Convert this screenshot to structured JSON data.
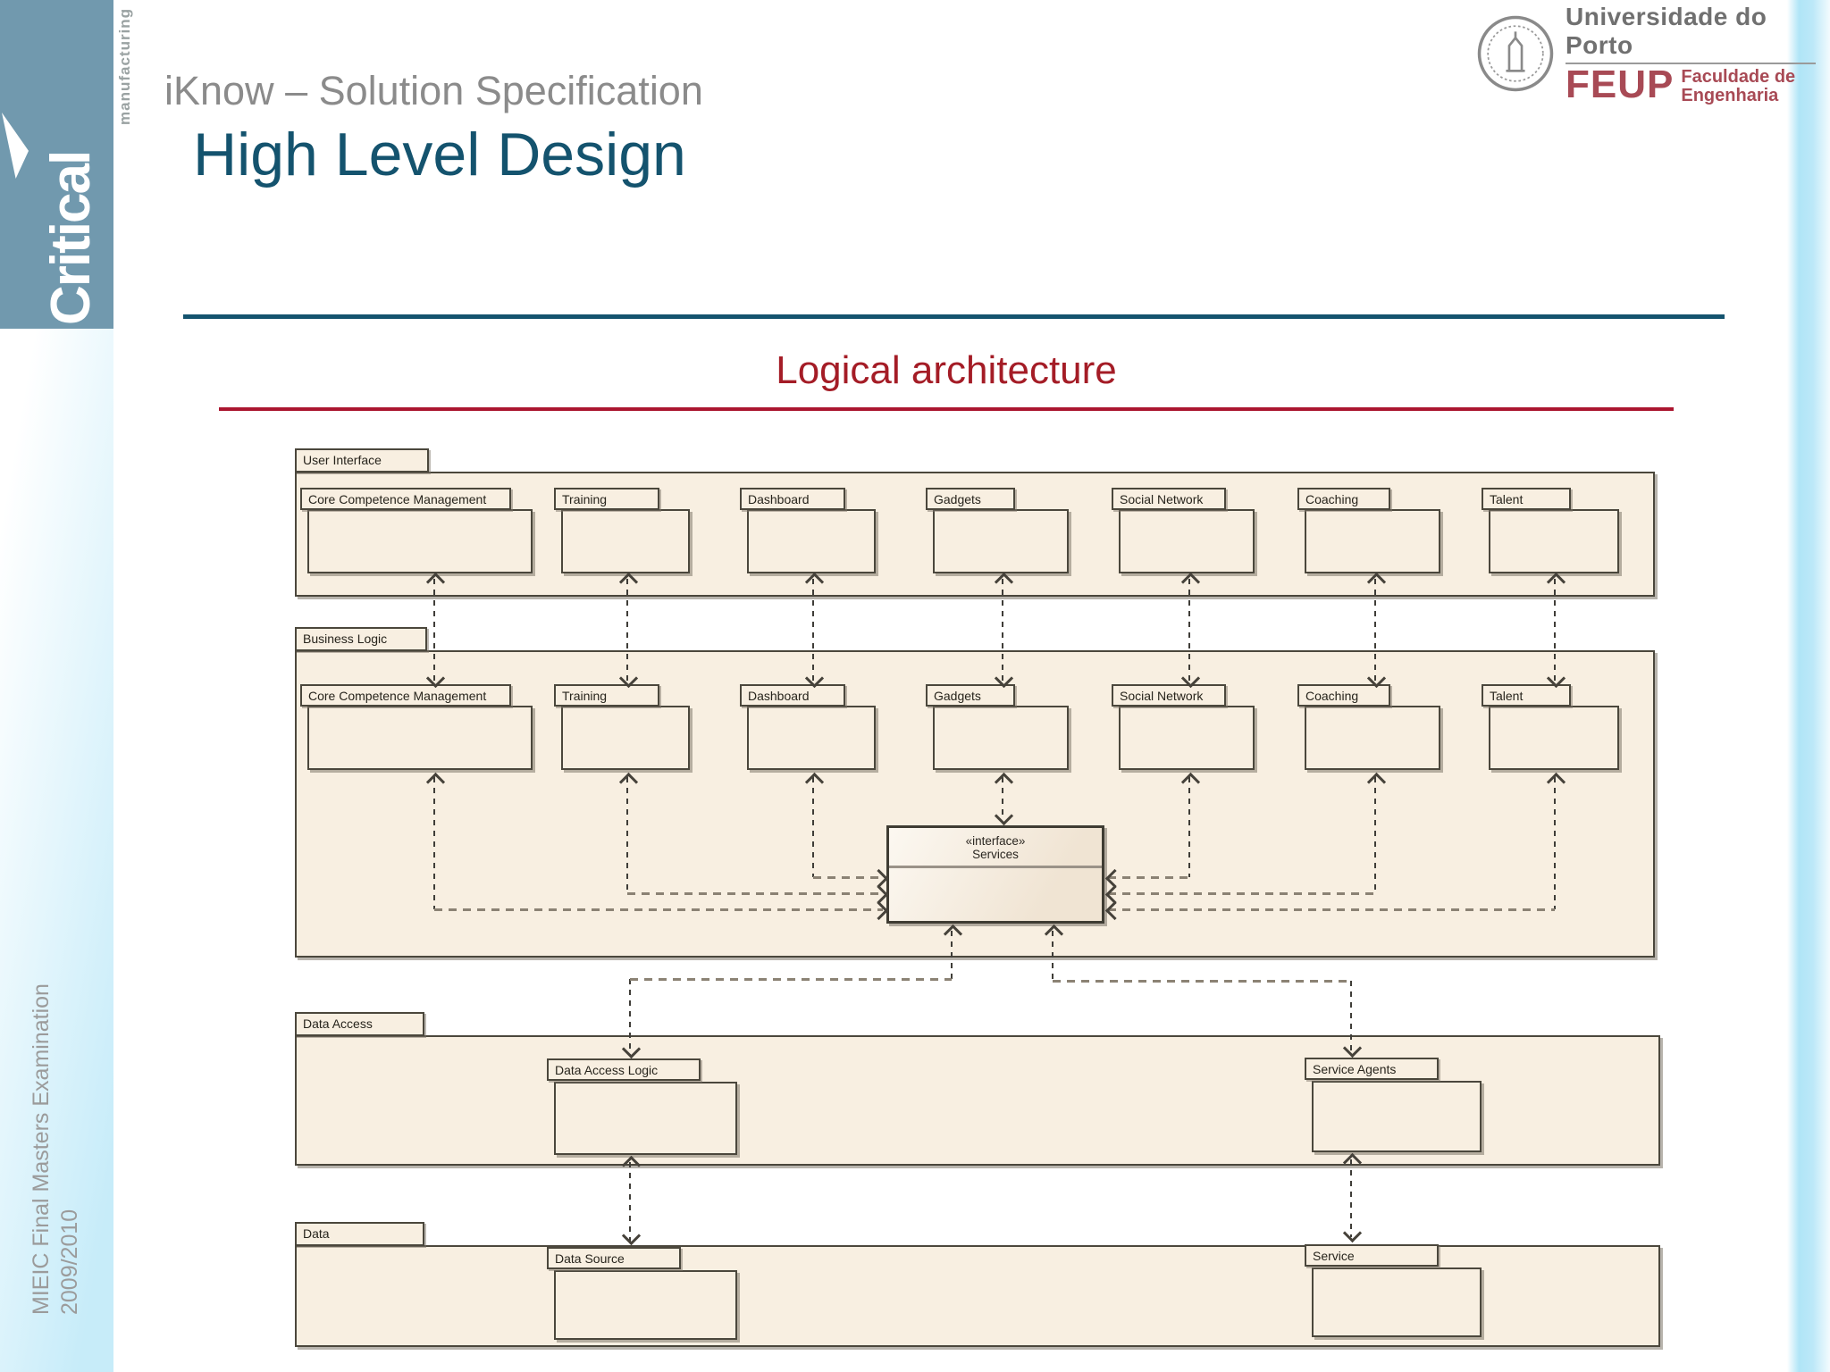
{
  "slide": {
    "brand": {
      "logo_word": "Critical",
      "logo_sub": "manufacturing"
    },
    "header": {
      "subtitle": "iKnow – Solution Specification",
      "title": "High Level Design"
    },
    "university": {
      "name": "Universidade do Porto",
      "acronym": "FEUP",
      "faculty_line1": "Faculdade de",
      "faculty_line2": "Engenharia",
      "seal_icon": "university-seal-icon"
    },
    "section_heading": "Logical architecture",
    "footer": {
      "line1": "MIEIC Final Masters Examination",
      "line2": "2009/2010"
    }
  },
  "colors": {
    "title_teal": "#14536e",
    "heading_red": "#a41c26",
    "rule_red": "#ab1630",
    "logo_blue": "#7199ae",
    "sidebar_cyan": "#bfe9f7",
    "package_fill": "#f8efe1",
    "package_border": "#4b473c"
  },
  "diagram": {
    "layers": [
      {
        "name": "User Interface",
        "items": [
          "Core Competence Management",
          "Training",
          "Dashboard",
          "Gadgets",
          "Social Network",
          "Coaching",
          "Talent"
        ]
      },
      {
        "name": "Business Logic",
        "items": [
          "Core Competence Management",
          "Training",
          "Dashboard",
          "Gadgets",
          "Social Network",
          "Coaching",
          "Talent"
        ]
      },
      {
        "name": "Data Access",
        "items": [
          "Data Access Logic",
          "Service Agents"
        ]
      },
      {
        "name": "Data",
        "items": [
          "Data Source",
          "Service"
        ]
      }
    ],
    "interface_box": {
      "stereotype": "«interface»",
      "name": "Services"
    }
  }
}
